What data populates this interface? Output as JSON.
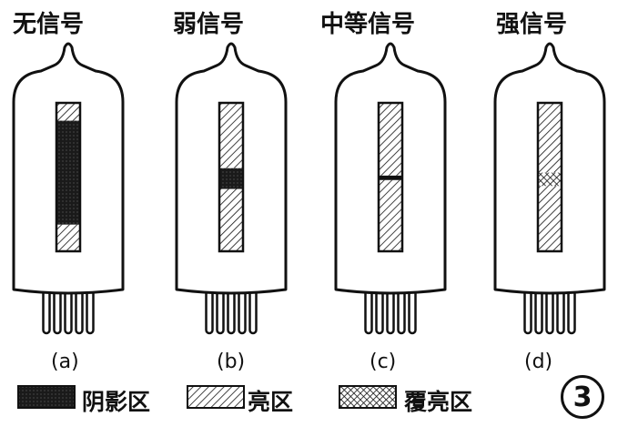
{
  "tubes": [
    {
      "title": "无信号",
      "label": "(a)",
      "zones": [
        "bright",
        "shadow",
        "bright"
      ],
      "split": [
        0.12,
        0.82
      ]
    },
    {
      "title": "弱信号",
      "label": "(b)",
      "zones": [
        "bright",
        "shadow",
        "bright"
      ],
      "split": [
        0.44,
        0.58
      ]
    },
    {
      "title": "中等信号",
      "label": "(c)",
      "zones": [
        "bright",
        "dark",
        "bright"
      ],
      "split": [
        0.49,
        0.52
      ]
    },
    {
      "title": "强信号",
      "label": "(d)",
      "zones": [
        "bright",
        "overlap",
        "bright"
      ],
      "split": [
        0.47,
        0.56
      ]
    }
  ],
  "legend": [
    {
      "label": "阴影区",
      "pattern": "shadow"
    },
    {
      "label": "亮区",
      "pattern": "bright"
    },
    {
      "label": "覆亮区",
      "pattern": "overlap"
    }
  ],
  "figure_number": "3",
  "colors": {
    "ink": "#111111",
    "paper": "#ffffff",
    "shadow": "#1a1a1a"
  }
}
